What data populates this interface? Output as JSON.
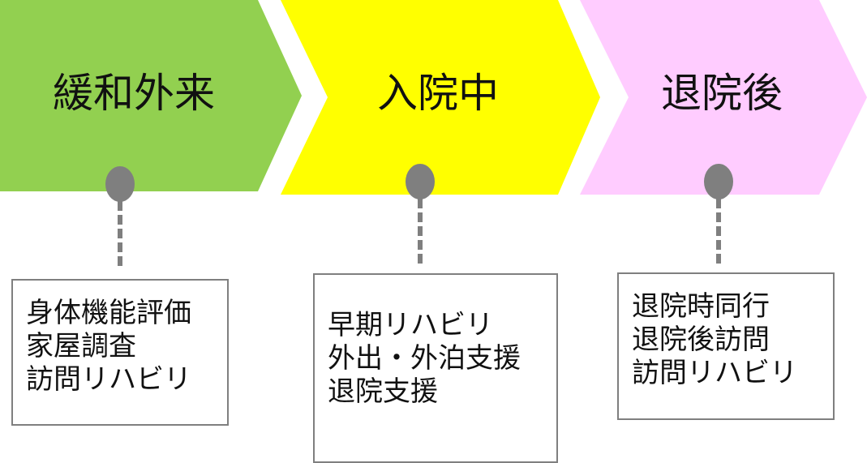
{
  "stages": [
    {
      "title": "緩和外来",
      "color": "#92d050",
      "items": [
        "身体機能評価",
        "家屋調査",
        "訪問リハビリ"
      ]
    },
    {
      "title": "入院中",
      "color": "#ffff00",
      "items": [
        "早期リハビリ",
        "外出・外泊支援",
        "退院支援"
      ]
    },
    {
      "title": "退院後",
      "color": "#ffccff",
      "items": [
        "退院時同行",
        "退院後訪問",
        "訪問リハビリ"
      ]
    }
  ],
  "connector_color": "#7f7f7f"
}
